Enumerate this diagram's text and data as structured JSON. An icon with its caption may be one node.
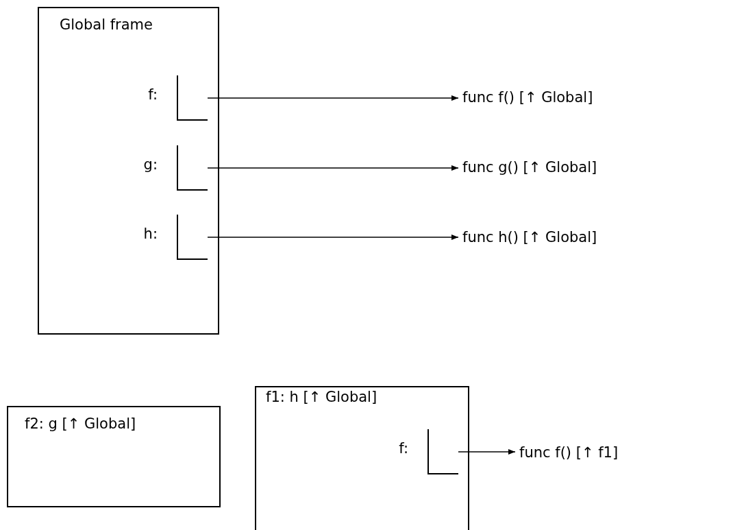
{
  "diagram": {
    "nodes": [
      {
        "text": [
          "Global frame"
        ]
      },
      {
        "text": [],
        "shape": "box",
        "beside": [
          "f:"
        ],
        "in": 0
      },
      {
        "text": [],
        "shape": "box",
        "beside": [
          "g:"
        ],
        "in": 0
      },
      {
        "text": [],
        "shape": "box",
        "beside": [
          "h:"
        ],
        "in": 0
      },
      {
        "text": [
          "func f() [↑ Global]"
        ]
      },
      {
        "text": [
          "func g() [↑ Global]"
        ]
      },
      {
        "text": [
          "func h() [↑ Global]"
        ]
      },
      {
        "text": [
          "f2: g [↑ Global]"
        ]
      },
      {
        "text": [
          "f1: h [↑ Global]"
        ]
      },
      {
        "text": [],
        "shape": "box",
        "beside": [
          "f:"
        ],
        "in": 8
      },
      {
        "text": [
          "func f() [↑ f1]"
        ]
      }
    ],
    "edges": [
      {
        "from": 1,
        "to": 4,
        "arrow": "to"
      },
      {
        "from": 2,
        "to": 5,
        "arrow": "to"
      },
      {
        "from": 3,
        "to": 6,
        "arrow": "to"
      },
      {
        "from": 9,
        "to": 10,
        "arrow": "to"
      }
    ]
  }
}
